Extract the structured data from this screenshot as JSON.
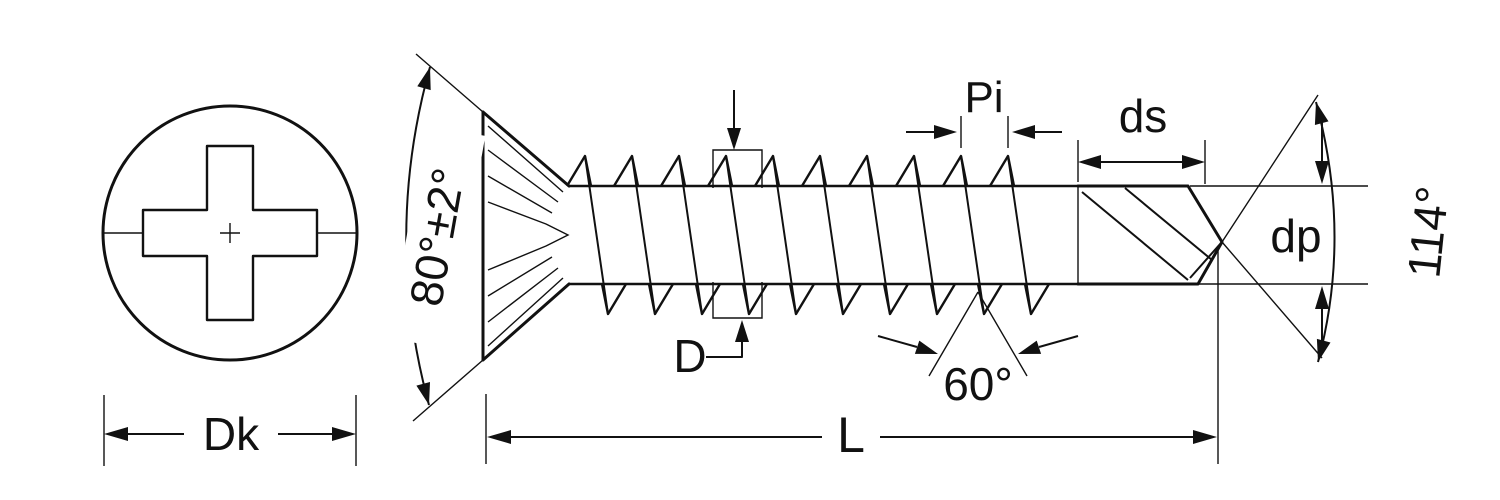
{
  "labels": {
    "head_diameter": "Dk",
    "head_angle": "80°±2°",
    "thread_diameter": "D",
    "pitch": "Pi",
    "drill_flute_length": "ds",
    "point_diameter": "dp",
    "point_angle": "114°",
    "thread_angle": "60°",
    "screw_length": "L"
  },
  "colors": {
    "line": "#111111",
    "background": "#ffffff"
  }
}
